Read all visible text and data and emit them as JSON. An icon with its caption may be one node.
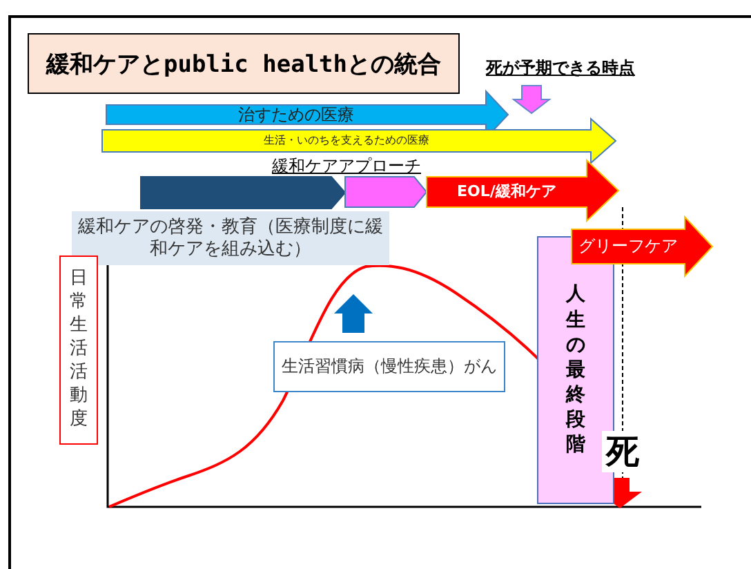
{
  "diagram": {
    "title": "緩和ケアとpublic healthとの統合",
    "nodes": [
      {
        "text": [
          "治すための医療"
        ]
      },
      {
        "text": [
          "生活・いのちを支えるための医療"
        ]
      },
      {
        "text": [],
        "shape": "arrow"
      },
      {
        "text": [],
        "shape": "arrow"
      },
      {
        "text": [
          "EOL/緩和ケア"
        ]
      },
      {
        "text": [
          "緩和ケアの啓発・教育（医療制度に緩和ケアを組み込む）"
        ]
      },
      {
        "text": [
          "日常生活活動度"
        ]
      },
      {
        "text": [
          "生活習慣病（慢性疾患）がん"
        ]
      },
      {
        "text": [
          "人生の最終段階"
        ]
      },
      {
        "text": [
          "グリーフケア"
        ]
      },
      {
        "text": [
          "死が予期できる時点"
        ]
      },
      {
        "text": [
          "死"
        ]
      }
    ],
    "edges": [
      {
        "from": 7,
        "to": null,
        "arrow": "to"
      },
      {
        "from": 10,
        "to": null,
        "arrow": "to"
      },
      {
        "from": 11,
        "to": null,
        "arrow": "to"
      }
    ],
    "labels": [
      "緩和ケアアプローチ"
    ]
  }
}
